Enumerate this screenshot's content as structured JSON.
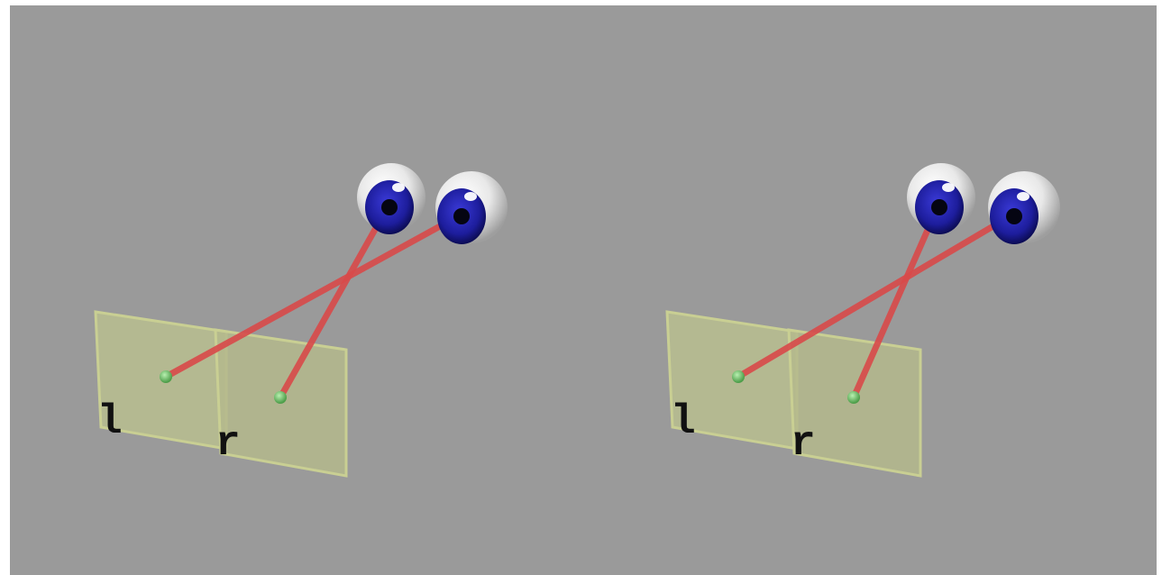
{
  "scene": {
    "description_views": [
      "left-view",
      "right-view"
    ],
    "labels": {
      "left_panel": "l",
      "right_panel": "r"
    },
    "colors": {
      "background": "#9a9a9a",
      "panel_fill": "#b8bd8f",
      "panel_edge": "#c9cf93",
      "ray": "#d94a4a",
      "iris": "#1f1fa8",
      "pupil": "#050512",
      "sclera": "#f2f2f2",
      "target_dot": "#6fc26a"
    },
    "icons": {
      "eye": "eyeball-icon",
      "target": "target-dot-icon"
    }
  }
}
